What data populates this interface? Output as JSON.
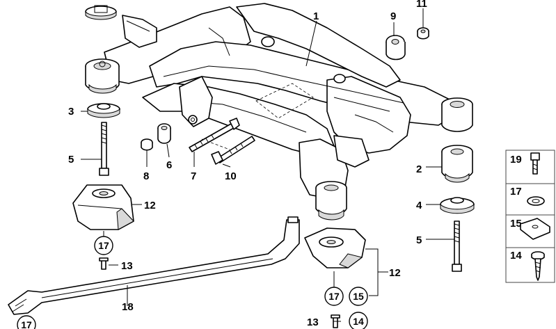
{
  "callouts": {
    "c1": "1",
    "c2": "2",
    "c3": "3",
    "c4": "4",
    "c5a": "5",
    "c5b": "5",
    "c6": "6",
    "c7": "7",
    "c8": "8",
    "c9": "9",
    "c10": "10",
    "c11": "11",
    "c12a": "12",
    "c12b": "12",
    "c13a": "13",
    "c13b": "13",
    "c17a": "17",
    "c17b": "17",
    "c17c": "17",
    "c15": "15",
    "c14": "14",
    "c18": "18"
  },
  "legend": [
    {
      "number": "19",
      "icon": "socket-bolt-icon"
    },
    {
      "number": "17",
      "icon": "washer-icon"
    },
    {
      "number": "15",
      "icon": "spring-nut-clip-icon"
    },
    {
      "number": "14",
      "icon": "tapping-screw-icon"
    }
  ],
  "colors": {
    "line": "#000000",
    "background": "#ffffff",
    "shade": "#d9d9d9"
  }
}
